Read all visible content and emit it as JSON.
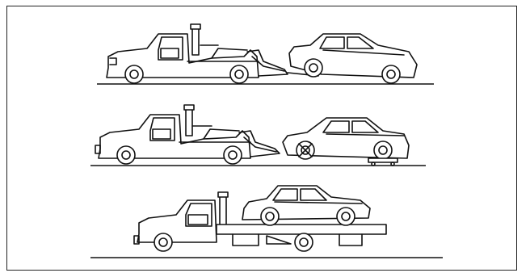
{
  "figure": {
    "scenes": [
      {
        "id": "wheel-lift-front-wheels-raised",
        "ground_color": "#111111"
      },
      {
        "id": "wheel-lift-with-dollies",
        "ground_color": "#111111"
      },
      {
        "id": "flatbed-carrier",
        "ground_color": "#111111"
      }
    ],
    "line_color": "#111111",
    "background_color": "#ffffff"
  }
}
